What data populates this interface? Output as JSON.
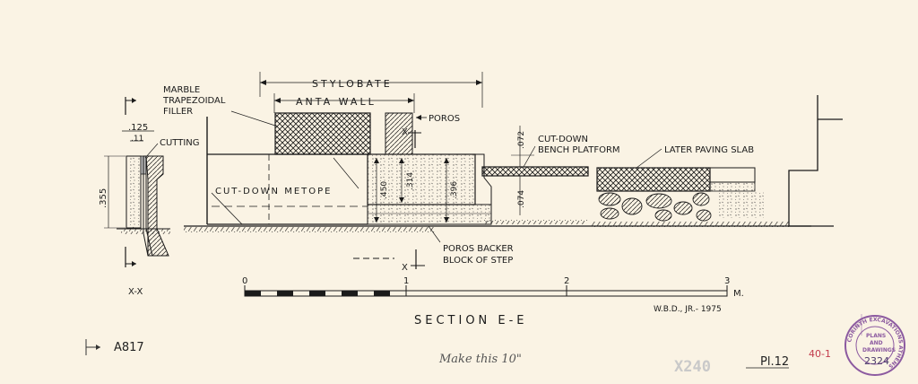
{
  "labels": {
    "stylobate": "STYLOBATE",
    "anta_wall": "ANTA WALL",
    "marble_filler_1": "MARBLE",
    "marble_filler_2": "TRAPEZOIDAL",
    "marble_filler_3": "FILLER",
    "poros": "POROS",
    "cutting": "CUTTING",
    "cut_down_metope": "CUT-DOWN METOPE",
    "cut_down_bench_1": "CUT-DOWN",
    "cut_down_bench_2": "BENCH PLATFORM",
    "later_paving_slab": "LATER PAVING SLAB",
    "poros_backer_1": "POROS BACKER",
    "poros_backer_2": "BLOCK OF STEP",
    "section_x_marker_top": "X",
    "section_x_marker_bottom": "X",
    "section_xx": "X-X"
  },
  "dimensions": {
    "d125": ".125",
    "d11": ".11",
    "d355": ".355",
    "d450": ".450",
    "d314": ".314",
    "d396": ".396",
    "d072": ".072",
    "d074": ".074"
  },
  "scale": {
    "ticks": [
      "0",
      "1",
      "2",
      "3"
    ],
    "unit": "M."
  },
  "title": "SECTION E-E",
  "credit": "W.B.D., JR.- 1975",
  "annotations": {
    "sheet_id": "A817",
    "note": "Make this 10\"",
    "faint_id": "X240",
    "plate": "Pl.12",
    "red_mark": "40-1"
  },
  "stamp": {
    "ring_text": "CORINTH EXCAVATIONS ATHENS",
    "line1": "PLANS",
    "line2": "AND",
    "line3": "DRAWINGS",
    "number": "2324"
  },
  "colors": {
    "paper": "#faf3e4",
    "ink": "#1a1a1a",
    "stamp": "#8c5aa0",
    "red_mark": "#c23a4b"
  }
}
